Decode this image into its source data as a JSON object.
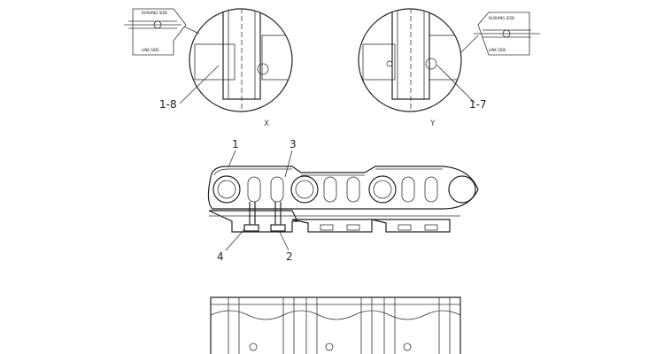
{
  "detail_x": {
    "view_label": "X",
    "callout": "1-8",
    "inset_top": "BUSHING SIDE",
    "inset_bottom": "LINK SIDE"
  },
  "detail_y": {
    "view_label": "Y",
    "callout": "1-7",
    "inset_top": "BUSHING SIDE",
    "inset_bottom": "LINK SIDE"
  },
  "chain_callouts": {
    "item_1": "1",
    "item_2": "2",
    "item_3": "3",
    "item_4": "4"
  }
}
